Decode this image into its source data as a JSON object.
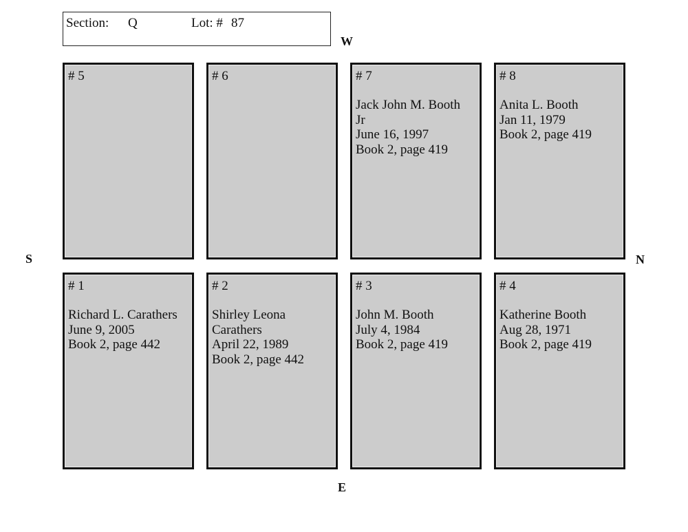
{
  "header": {
    "section_label": "Section:",
    "section_value": "Q",
    "lot_label": "Lot: #",
    "lot_value": "87"
  },
  "compass": {
    "west": "W",
    "south": "S",
    "north": "N",
    "east": "E"
  },
  "plots": {
    "p5": {
      "number": "# 5",
      "lines": []
    },
    "p6": {
      "number": "# 6",
      "lines": []
    },
    "p7": {
      "number": "# 7",
      "lines": [
        "Jack John M. Booth",
        "Jr",
        "June 16, 1997",
        "Book 2, page 419"
      ]
    },
    "p8": {
      "number": "# 8",
      "lines": [
        "Anita L. Booth",
        "Jan 11, 1979",
        "Book 2, page 419"
      ]
    },
    "p1": {
      "number": "# 1",
      "lines": [
        "Richard L. Carathers",
        "June 9, 2005",
        "Book 2, page 442"
      ]
    },
    "p2": {
      "number": "# 2",
      "lines": [
        "Shirley Leona",
        "Carathers",
        "April 22, 1989",
        "Book 2, page 442"
      ]
    },
    "p3": {
      "number": "# 3",
      "lines": [
        "John M. Booth",
        "July 4, 1984",
        "Book 2, page 419"
      ]
    },
    "p4": {
      "number": "# 4",
      "lines": [
        "Katherine Booth",
        "Aug 28, 1971",
        "Book 2, page 419"
      ]
    }
  },
  "colors": {
    "plot_fill": "#cccccc",
    "plot_border": "#111111"
  }
}
